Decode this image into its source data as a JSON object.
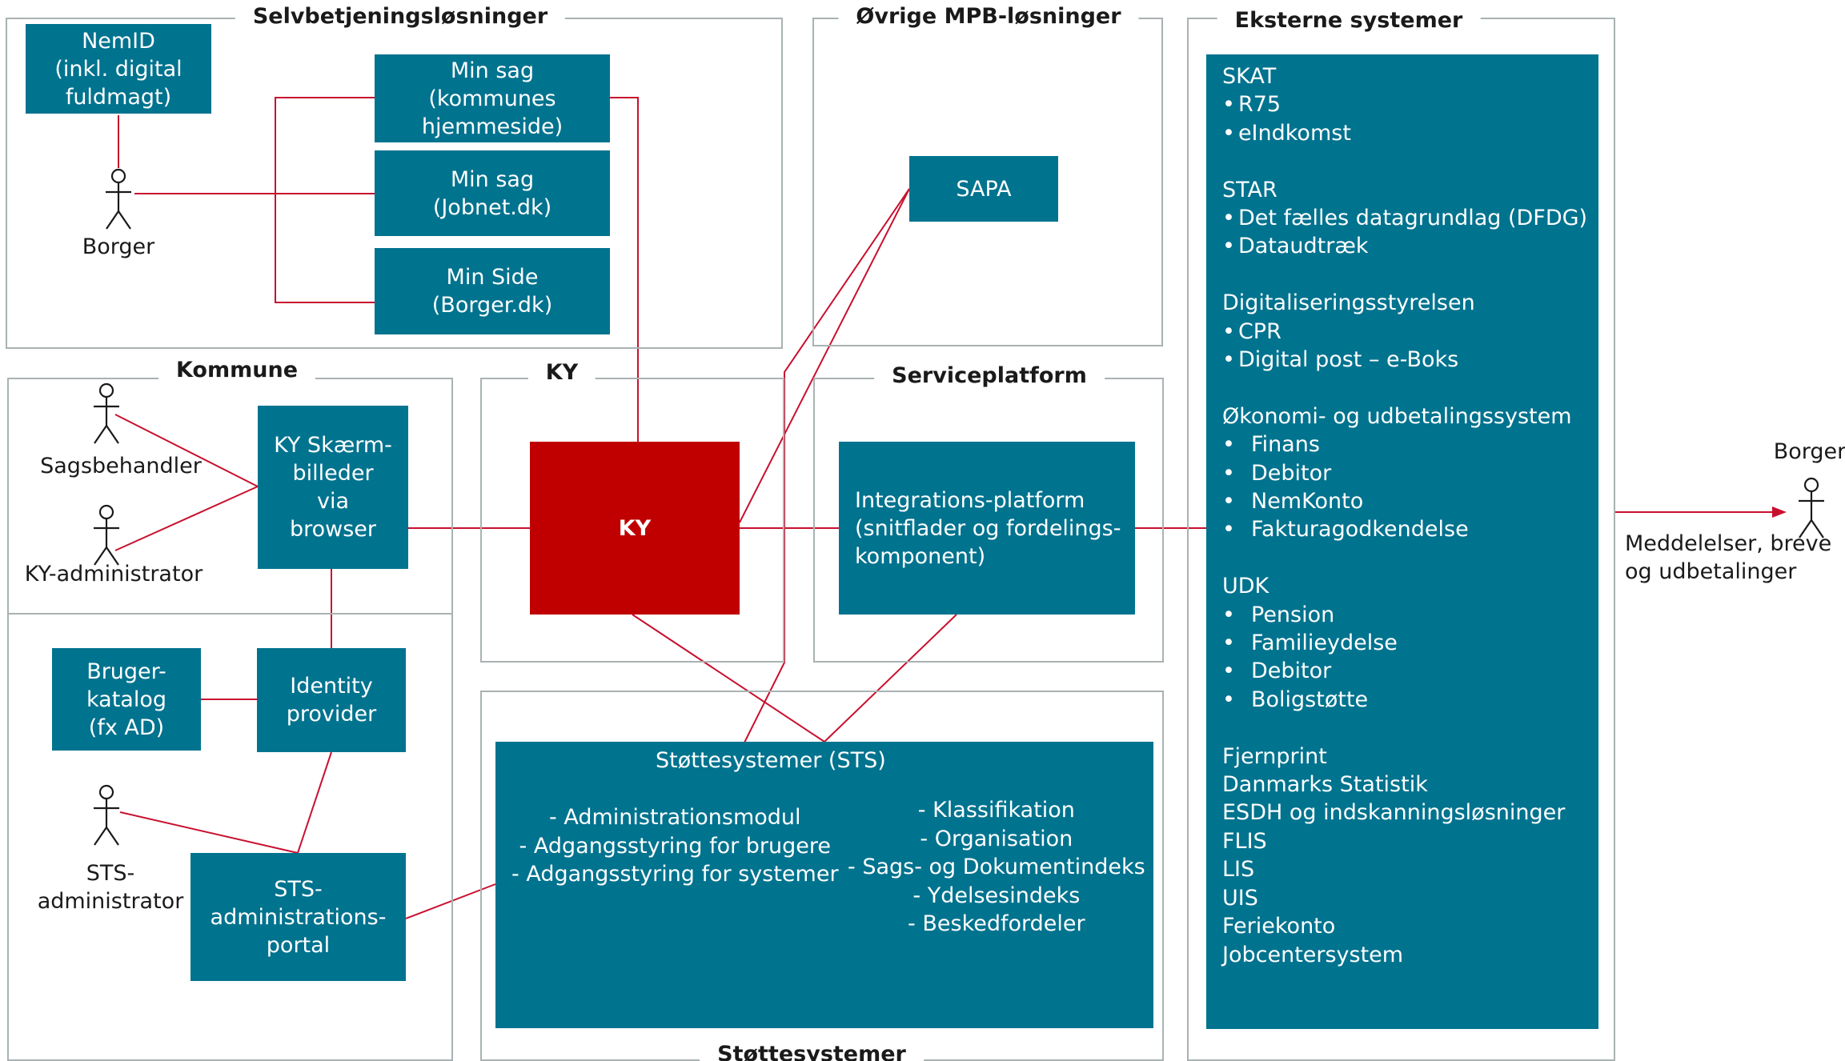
{
  "groups": {
    "selfservice": "Selvbetjeningsløsninger",
    "other_mpb": "Øvrige MPB-løsninger",
    "external": "Eksterne systemer",
    "municipality": "Kommune",
    "ky": "KY",
    "serviceplatform": "Serviceplatform",
    "support": "Støttesystemer"
  },
  "boxes": {
    "nemid": [
      "NemID",
      "(inkl. digital",
      "fuldmagt)"
    ],
    "min_sag_kommune": [
      "Min sag",
      "(kommunes",
      "hjemmeside)"
    ],
    "min_sag_jobnet": [
      "Min sag",
      "(Jobnet.dk)"
    ],
    "min_side": [
      "Min Side",
      "(Borger.dk)"
    ],
    "sapa": [
      "SAPA"
    ],
    "ky_screens": [
      "KY Skærm-",
      "billeder",
      "via",
      "browser"
    ],
    "ky_core": [
      "KY"
    ],
    "integration": [
      "Integrations-platform",
      "(snitflader og fordelings-",
      "komponent)"
    ],
    "user_catalog": [
      "Bruger-",
      "katalog",
      "(fx AD)"
    ],
    "identity_provider": [
      "Identity",
      "provider"
    ],
    "sts_portal": [
      "STS-",
      "administrations-",
      "portal"
    ]
  },
  "actors": {
    "borger_self": [
      "Borger"
    ],
    "sagsbehandler": [
      "Sagsbehandler"
    ],
    "ky_admin": [
      "KY-administrator"
    ],
    "sts_admin": [
      "STS-",
      "administrator"
    ],
    "borger_ext": [
      "Borger"
    ]
  },
  "sts": {
    "title": "Støttesystemer (STS)",
    "left_items": [
      "- Administrationsmodul",
      "- Adgangsstyring for brugere",
      "- Adgangsstyring for systemer"
    ],
    "right_items": [
      "- Klassifikation",
      "- Organisation",
      "- Sags- og Dokumentindeks",
      "- Ydelsesindeks",
      "- Beskedfordeler"
    ]
  },
  "external_systems": [
    {
      "heading": "SKAT",
      "bullet_style": "tight",
      "items": [
        "R75",
        "eIndkomst"
      ]
    },
    {
      "heading": "STAR",
      "bullet_style": "tight",
      "items": [
        "Det fælles datagrundlag (DFDG)",
        "Dataudtræk"
      ]
    },
    {
      "heading": "Digitaliseringsstyrelsen",
      "bullet_style": "tight",
      "items": [
        "CPR",
        "Digital post – e-Boks"
      ]
    },
    {
      "heading": "Økonomi- og udbetalingssystem",
      "bullet_style": "indented",
      "items": [
        "Finans",
        "Debitor",
        "NemKonto",
        "Fakturagodkendelse"
      ]
    },
    {
      "heading": "UDK",
      "bullet_style": "indented",
      "items": [
        "Pension",
        "Familieydelse",
        "Debitor",
        "Boligstøtte"
      ]
    }
  ],
  "external_plain": [
    "Fjernprint",
    "Danmarks Statistik",
    "ESDH og indskanningsløsninger",
    "FLIS",
    "LIS",
    "UIS",
    "Feriekonto",
    "Jobcentersystem"
  ],
  "output_label": [
    "Meddelelser, breve",
    "og udbetalinger"
  ],
  "colors": {
    "box": "#00738f",
    "ky": "#c00000",
    "connector": "#c8102e",
    "frame": "#a9b2b2"
  }
}
